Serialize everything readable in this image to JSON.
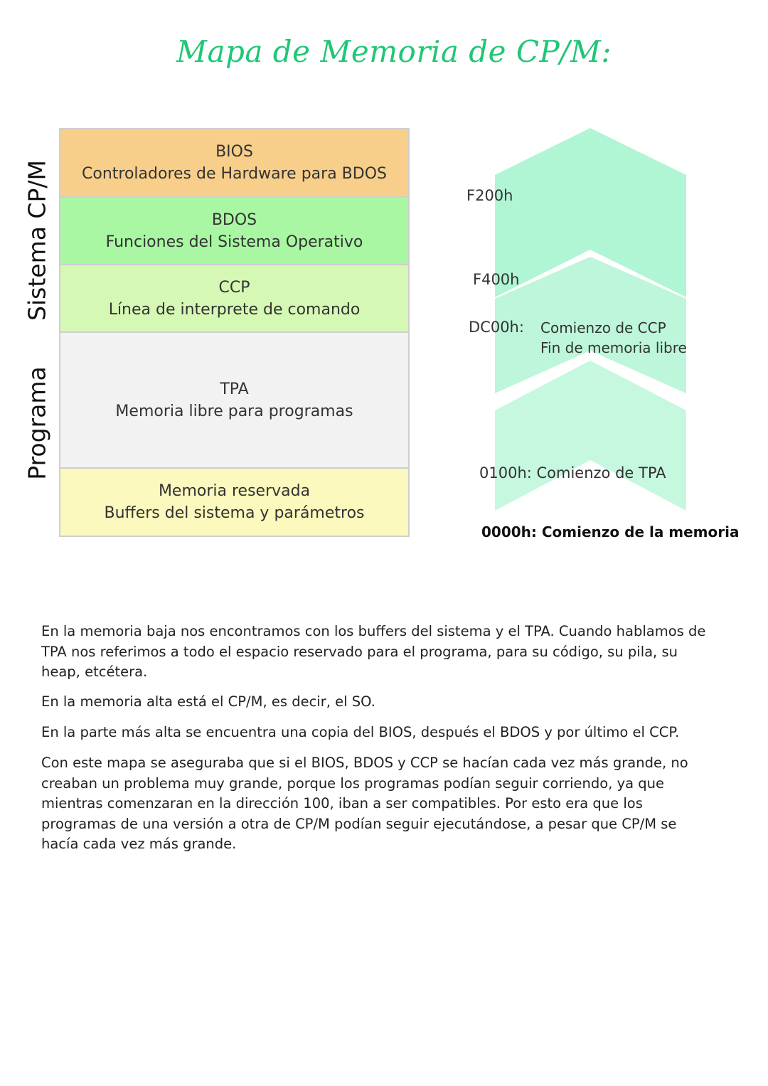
{
  "title": "Mapa de Memoria de CP/M:",
  "side_labels": {
    "system": "Sistema CP/M",
    "program": "Programa"
  },
  "memory_blocks": [
    {
      "name": "BIOS",
      "desc": "Controladores de Hardware para BDOS",
      "color": "#f8cf8a"
    },
    {
      "name": "BDOS",
      "desc": "Funciones del Sistema Operativo",
      "color": "#a9f7a3"
    },
    {
      "name": "CCP",
      "desc": "Línea de interprete de comando",
      "color": "#d5f8b4"
    },
    {
      "name": "TPA",
      "desc": "Memoria libre para programas",
      "color": "#f2f2f2"
    },
    {
      "name": "Memoria reservada",
      "desc": "Buffers del sistema y parámetros",
      "color": "#fbf9bd"
    }
  ],
  "addresses": {
    "f200": "F200h",
    "f400": "F400h",
    "dc00": "DC00h:",
    "dc00_note_1": "Comienzo de CCP",
    "dc00_note_2": "Fin de memoria libre",
    "tpa_start": "0100h: Comienzo de TPA",
    "mem_start": "0000h: Comienzo de la memoria"
  },
  "chevron_colors": {
    "top": "#b0f5d4",
    "middle": "#bdf6da",
    "bottom": "#c6f8df"
  },
  "paragraphs": [
    "En la memoria baja nos encontramos con los buffers del sistema y el TPA. Cuando hablamos de TPA nos referimos a todo el espacio reservado para el programa, para su código, su pila, su heap, etcétera.",
    "En la memoria alta está el CP/M, es decir, el SO.",
    "En la parte más alta se encuentra una copia del BIOS, después el BDOS y por último el CCP.",
    "Con este mapa se aseguraba que si el BIOS, BDOS y CCP se hacían cada vez más grande, no creaban un problema muy grande, porque los programas podían seguir corriendo, ya que mientras comenzaran en la dirección 100, iban a ser compatibles. Por esto era que los programas de una versión a otra de CP/M podían seguir ejecutándose, a pesar que CP/M se hacía cada vez más grande."
  ]
}
